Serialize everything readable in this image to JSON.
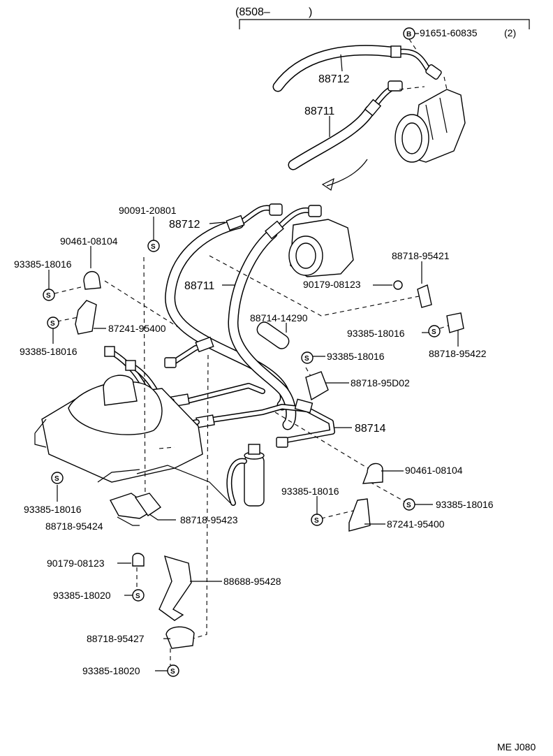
{
  "header": {
    "range": "(8508–",
    "close": ")"
  },
  "parts": {
    "p91651": "91651-60835",
    "p91651_qty": "(2)",
    "p88712_top": "88712",
    "p88711_top": "88711",
    "p90091": "90091-20801",
    "p88712": "88712",
    "p90461_a": "90461-08104",
    "p93385_a": "93385-18016",
    "p88711": "88711",
    "p88718_95421": "88718-95421",
    "p90179_a": "90179-08123",
    "p87241_a": "87241-95400",
    "p93385_b": "93385-18016",
    "p88714_14290": "88714-14290",
    "p93385_c": "93385-18016",
    "p88718_95422": "88718-95422",
    "p93385_d": "93385-18016",
    "p88718_95D02": "88718-95D02",
    "p88714": "88714",
    "p90461_b": "90461-08104",
    "p93385_e": "93385-18016",
    "p93385_f": "93385-18016",
    "p93385_g": "93385-18016",
    "p87241_b": "87241-95400",
    "p88718_95423": "88718-95423",
    "p88718_95424": "88718-95424",
    "p90179_b": "90179-08123",
    "p88688": "88688-95428",
    "p93385_h": "93385-18020",
    "p88718_95427": "88718-95427",
    "p93385_i": "93385-18020"
  },
  "symbols": {
    "s": "S",
    "b": "B"
  },
  "footer": {
    "code": "ME J080"
  }
}
